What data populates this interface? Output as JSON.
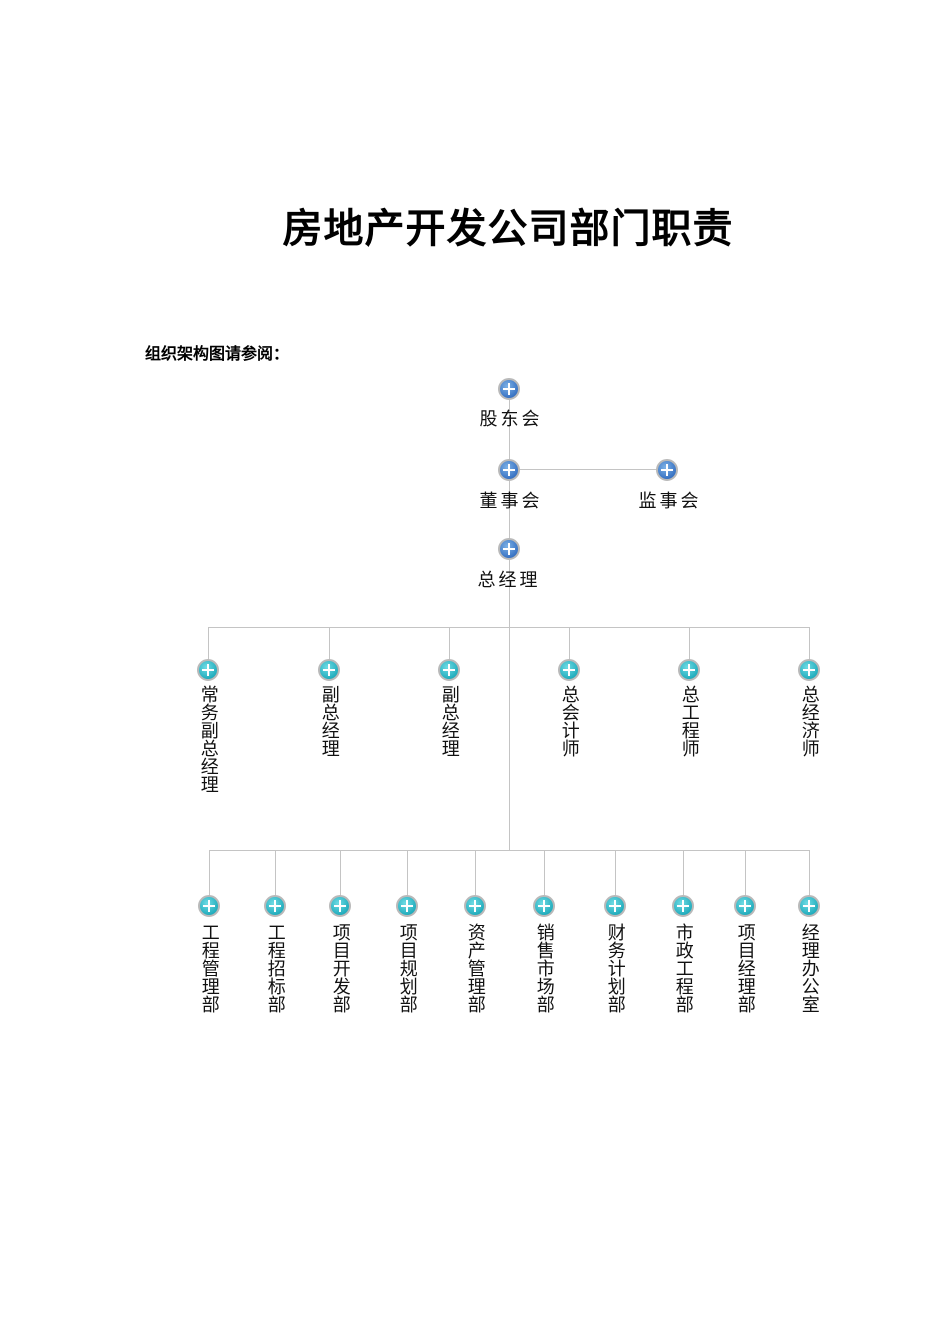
{
  "document": {
    "title": "房地产开发公司部门职责",
    "intro": "组织架构图请参阅："
  },
  "org_chart": {
    "shareholders": "股东会",
    "board": "董事会",
    "supervisors": "监事会",
    "general_manager": "总经理",
    "executives": [
      "常务副总经理",
      "副总经理",
      "副总经理",
      "总会计师",
      "总工程师",
      "总经济师"
    ],
    "departments": [
      "工程管理部",
      "工程招标部",
      "项目开发部",
      "项目规划部",
      "资产管理部",
      "销售市场部",
      "财务计划部",
      "市政工程部",
      "项目经理部",
      "经理办公室"
    ]
  },
  "colors": {
    "upper_node": "#3a74c4",
    "lower_node": "#24aebe",
    "connector": "#c4c4c4"
  }
}
